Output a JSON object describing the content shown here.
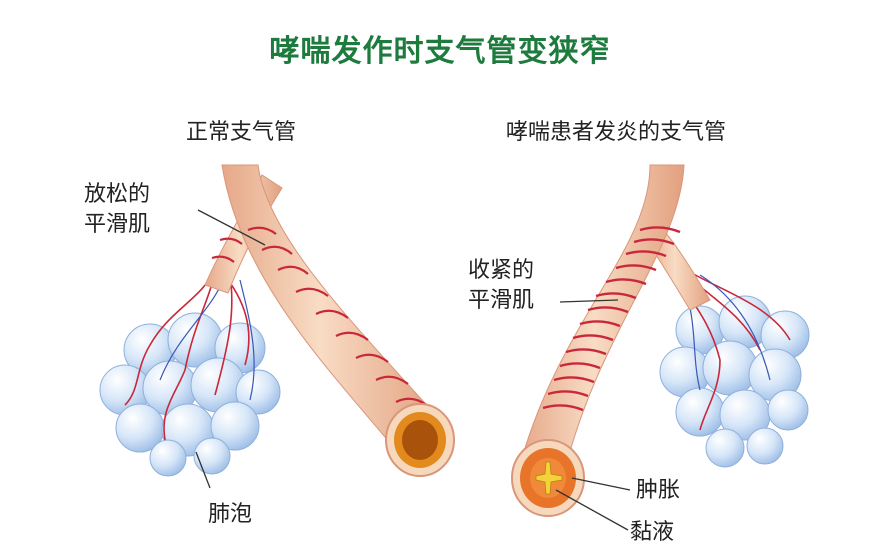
{
  "title": "哮喘发作时支气管变狭窄",
  "normal": {
    "heading": "正常支气管",
    "smooth_muscle_label_line1": "放松的",
    "smooth_muscle_label_line2": "平滑肌",
    "alveoli_label": "肺泡"
  },
  "asthma": {
    "heading": "哮喘患者发炎的支气管",
    "smooth_muscle_label_line1": "收紧的",
    "smooth_muscle_label_line2": "平滑肌",
    "swelling_label": "肿胀",
    "mucus_label": "黏液"
  },
  "colors": {
    "title": "#1e7b3e",
    "tube": "#f2c9a8",
    "muscle": "#c8283a",
    "alveoli": "#cfe2f7",
    "lumen_normal": "#e28a1e",
    "lumen_swollen": "#e8742a",
    "mucus": "#f3d23a"
  }
}
